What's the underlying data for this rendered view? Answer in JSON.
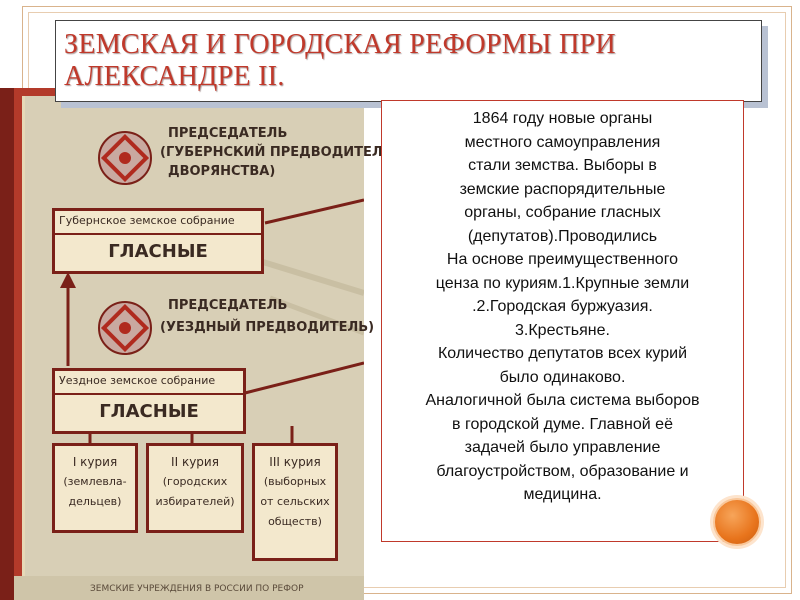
{
  "slide": {
    "title_line1": "ЗЕМСКАЯ И ГОРОДСКАЯ РЕФОРМЫ ПРИ",
    "title_line2": "АЛЕКСАНДРЕ II.",
    "accent_color": "#c0392b"
  },
  "scheme": {
    "chairman_top_l1": "ПРЕДСЕДАТЕЛЬ",
    "chairman_top_l2": "(ГУБЕРНСКИЙ ПРЕДВОДИТЕЛЬ",
    "chairman_top_l3": "ДВОРЯНСТВА)",
    "gub_assembly": "Губернское земское собрание",
    "deputies_top": "ГЛАСНЫЕ",
    "chairman_mid_l1": "ПРЕДСЕДАТЕЛЬ",
    "chairman_mid_l2": "(УЕЗДНЫЙ ПРЕДВОДИТЕЛЬ)",
    "uezd_assembly": "Уездное земское собрание",
    "deputies_mid": "ГЛАСНЫЕ",
    "curia1_l1": "I курия",
    "curia1_l2": "(землевла-",
    "curia1_l3": "дельцев)",
    "curia2_l1": "II курия",
    "curia2_l2": "(городских",
    "curia2_l3": "избирателей)",
    "curia3_l1": "III курия",
    "curia3_l2": "(выборных",
    "curia3_l3": "от сельских",
    "curia3_l4": "обществ)",
    "caption": "ЗЕМСКИЕ УЧРЕЖДЕНИЯ В РОССИИ ПО РЕФОР"
  },
  "info": {
    "lines": [
      "1864 году новые органы",
      "местного самоуправления",
      "стали земства. Выборы в",
      "земские  распорядительные",
      "органы, собрание гласных",
      "(депутатов).Проводились",
      "На основе преимущественного",
      "ценза по куриям.1.Крупные земли",
      ".2.Городская буржуазия.",
      "3.Крестьяне.",
      "Количество депутатов всех курий",
      "было одинаково.",
      "Аналогичной была система выборов",
      "в городской думе. Главной её",
      "задачей было управление",
      "благоустройством, образование и",
      "медицина."
    ]
  }
}
